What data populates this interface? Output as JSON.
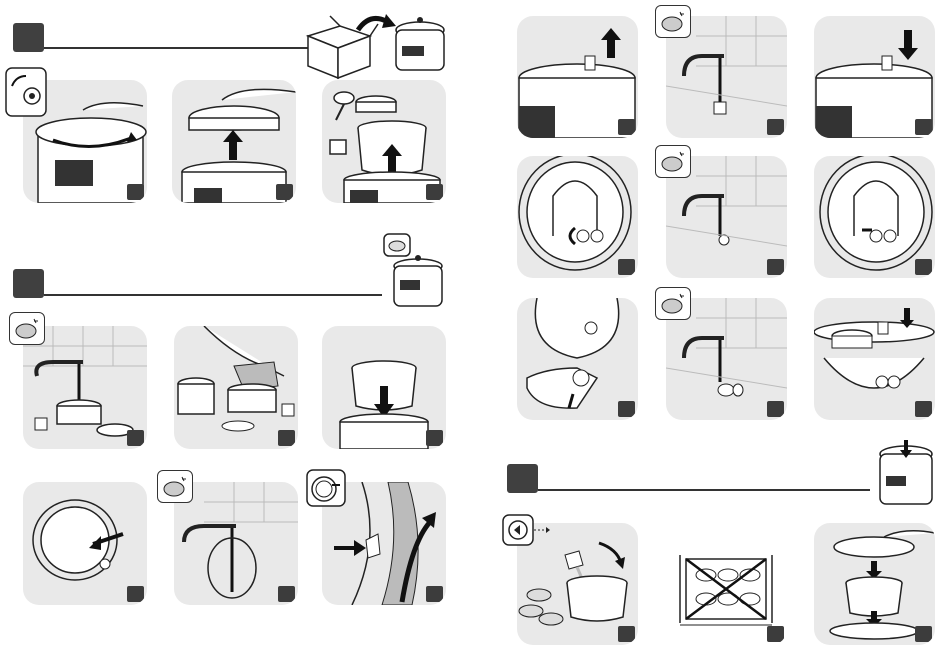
{
  "sections": [
    {
      "id": "unpack",
      "panels": 3
    },
    {
      "id": "cleaning",
      "panels": 6
    },
    {
      "id": "valve-maintenance",
      "panels": 9
    },
    {
      "id": "before-use",
      "panels": 3
    }
  ],
  "icons": {
    "sponge": "sponge-icon",
    "water-level": "water-level-icon",
    "arrow": "arrow-icon"
  },
  "colors": {
    "panel_bg": "#e9e9e9",
    "ink": "#333333",
    "badge": "#3c3c3c",
    "line_art": "#222222"
  }
}
